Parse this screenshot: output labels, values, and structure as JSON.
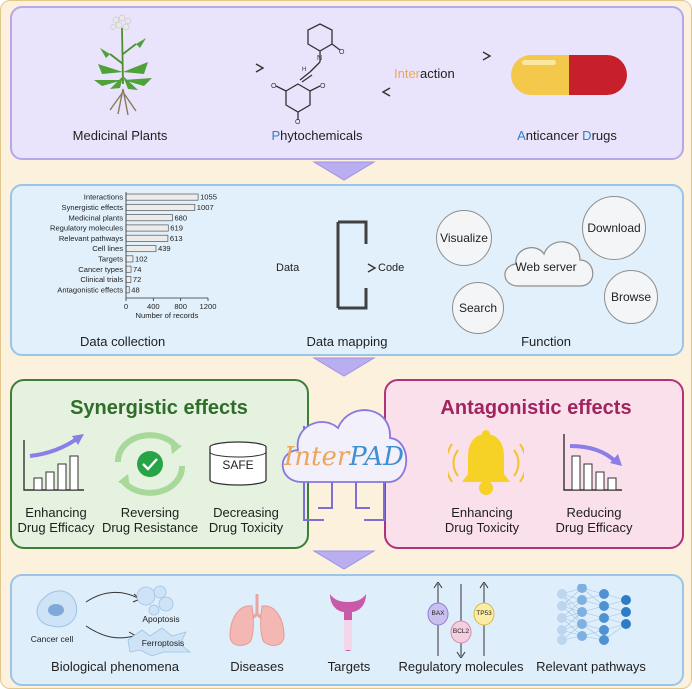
{
  "row1": {
    "medicinal_plants": "Medicinal Plants",
    "phytochemicals_initial": "P",
    "phytochemicals_rest": "hytochemicals",
    "interaction_highlight": "Inter",
    "interaction_rest": "action",
    "anticancer_initial": "A",
    "anticancer_mid": "nticancer ",
    "drugs_initial": "D",
    "drugs_rest": "rugs"
  },
  "chart_data": {
    "type": "bar",
    "orientation": "horizontal",
    "categories": [
      "Interactions",
      "Synergistic effects",
      "Medicinal plants",
      "Regulatory molecules",
      "Relevant pathways",
      "Cell lines",
      "Targets",
      "Cancer types",
      "Clinical trials",
      "Antagonistic effects"
    ],
    "values": [
      1055,
      1007,
      680,
      619,
      613,
      439,
      102,
      74,
      72,
      48
    ],
    "xlabel": "Number of records",
    "xlim": [
      0,
      1200
    ],
    "xticks": [
      "0",
      "400",
      "800",
      "1200"
    ]
  },
  "row2": {
    "data_collection": "Data collection",
    "data_mapping": "Data mapping",
    "function": "Function",
    "data": "Data",
    "code": "Code",
    "visualize": "Visualize",
    "download": "Download",
    "web_server": "Web server",
    "search": "Search",
    "browse": "Browse"
  },
  "row3": {
    "synergistic_title": "Synergistic effects",
    "antagonistic_title": "Antagonistic effects",
    "enhancing_efficacy_1": "Enhancing",
    "enhancing_efficacy_2": "Drug Efficacy",
    "reversing_1": "Reversing",
    "reversing_2": "Drug Resistance",
    "decreasing_1": "Decreasing",
    "decreasing_2": "Drug Toxicity",
    "safe": "SAFE",
    "logo_inter": "Inter",
    "logo_pad": "PAD",
    "enhancing_toxicity_1": "Enhancing",
    "enhancing_toxicity_2": "Drug Toxicity",
    "reducing_1": "Reducing",
    "reducing_2": "Drug Efficacy"
  },
  "row4": {
    "cancer_cell": "Cancer cell",
    "apoptosis": "Apoptosis",
    "ferroptosis": "Ferroptosis",
    "biological_phenomena": "Biological phenomena",
    "diseases": "Diseases",
    "targets": "Targets",
    "regulatory_molecules": "Regulatory molecules",
    "relevant_pathways": "Relevant pathways",
    "bax": "BAX",
    "bcl2": "BCL2",
    "tp53": "TP53"
  },
  "colors": {
    "synergistic": "#2f6d2a",
    "antagonistic": "#a0245f",
    "accent_blue": "#2f7fc3",
    "interaction_orange": "#eea55c",
    "logo_orange": "#eea55c",
    "logo_blue": "#3f8fd3"
  }
}
